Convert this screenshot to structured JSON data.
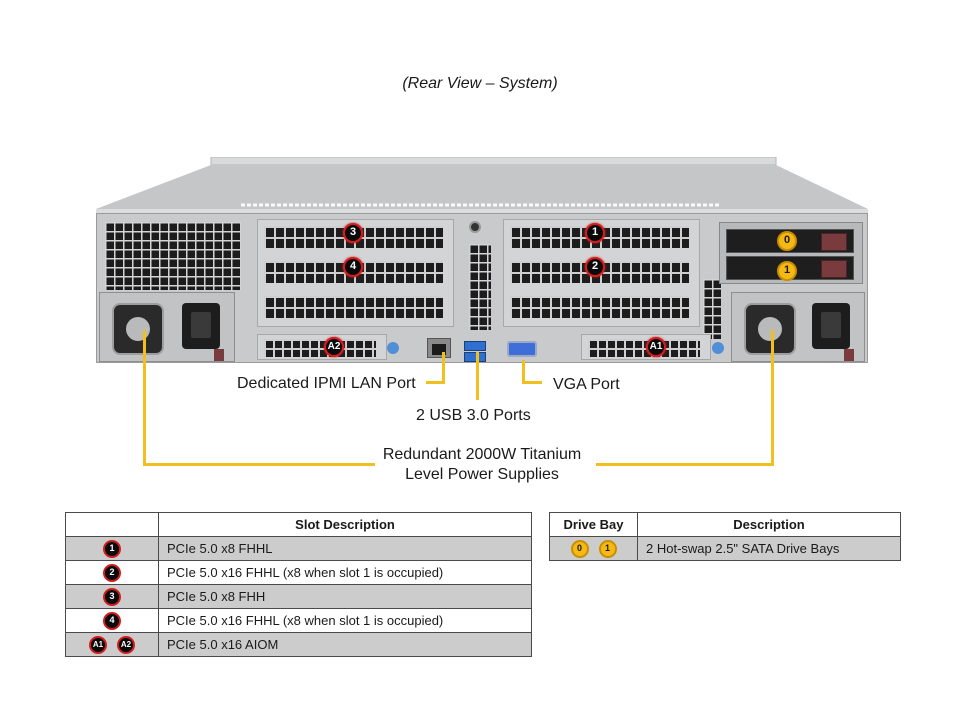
{
  "title": "(Rear View – System)",
  "server": {
    "slot_badges": [
      "1",
      "2",
      "3",
      "4"
    ],
    "aiom_badges": [
      "A1",
      "A2"
    ],
    "drive_badges": [
      "0",
      "1"
    ]
  },
  "callouts": {
    "ipmi": "Dedicated IPMI LAN Port",
    "usb": "2 USB 3.0 Ports",
    "vga": "VGA Port",
    "psu_line1": "Redundant 2000W Titanium",
    "psu_line2": "Level Power Supplies"
  },
  "colors": {
    "callout_line": "#f2c01e",
    "slot_badge_ring": "#d21d1d",
    "drive_badge": "#f5b915",
    "row_shade": "#cccccc"
  },
  "slot_table": {
    "headers": [
      "",
      "Slot Description"
    ],
    "rows": [
      {
        "badges": [
          "1"
        ],
        "description": "PCIe 5.0 x8 FHHL"
      },
      {
        "badges": [
          "2"
        ],
        "description": "PCIe 5.0 x16 FHHL (x8 when slot 1 is occupied)"
      },
      {
        "badges": [
          "3"
        ],
        "description": "PCIe 5.0 x8 FHH"
      },
      {
        "badges": [
          "4"
        ],
        "description": "PCIe 5.0 x16 FHHL (x8 when slot 1 is occupied)"
      },
      {
        "badges": [
          "A1",
          "A2"
        ],
        "description": "PCIe 5.0 x16 AIOM"
      }
    ]
  },
  "drive_table": {
    "headers": [
      "Drive Bay",
      "Description"
    ],
    "rows": [
      {
        "badges": [
          "0",
          "1"
        ],
        "description": "2 Hot-swap 2.5\" SATA Drive Bays"
      }
    ]
  }
}
